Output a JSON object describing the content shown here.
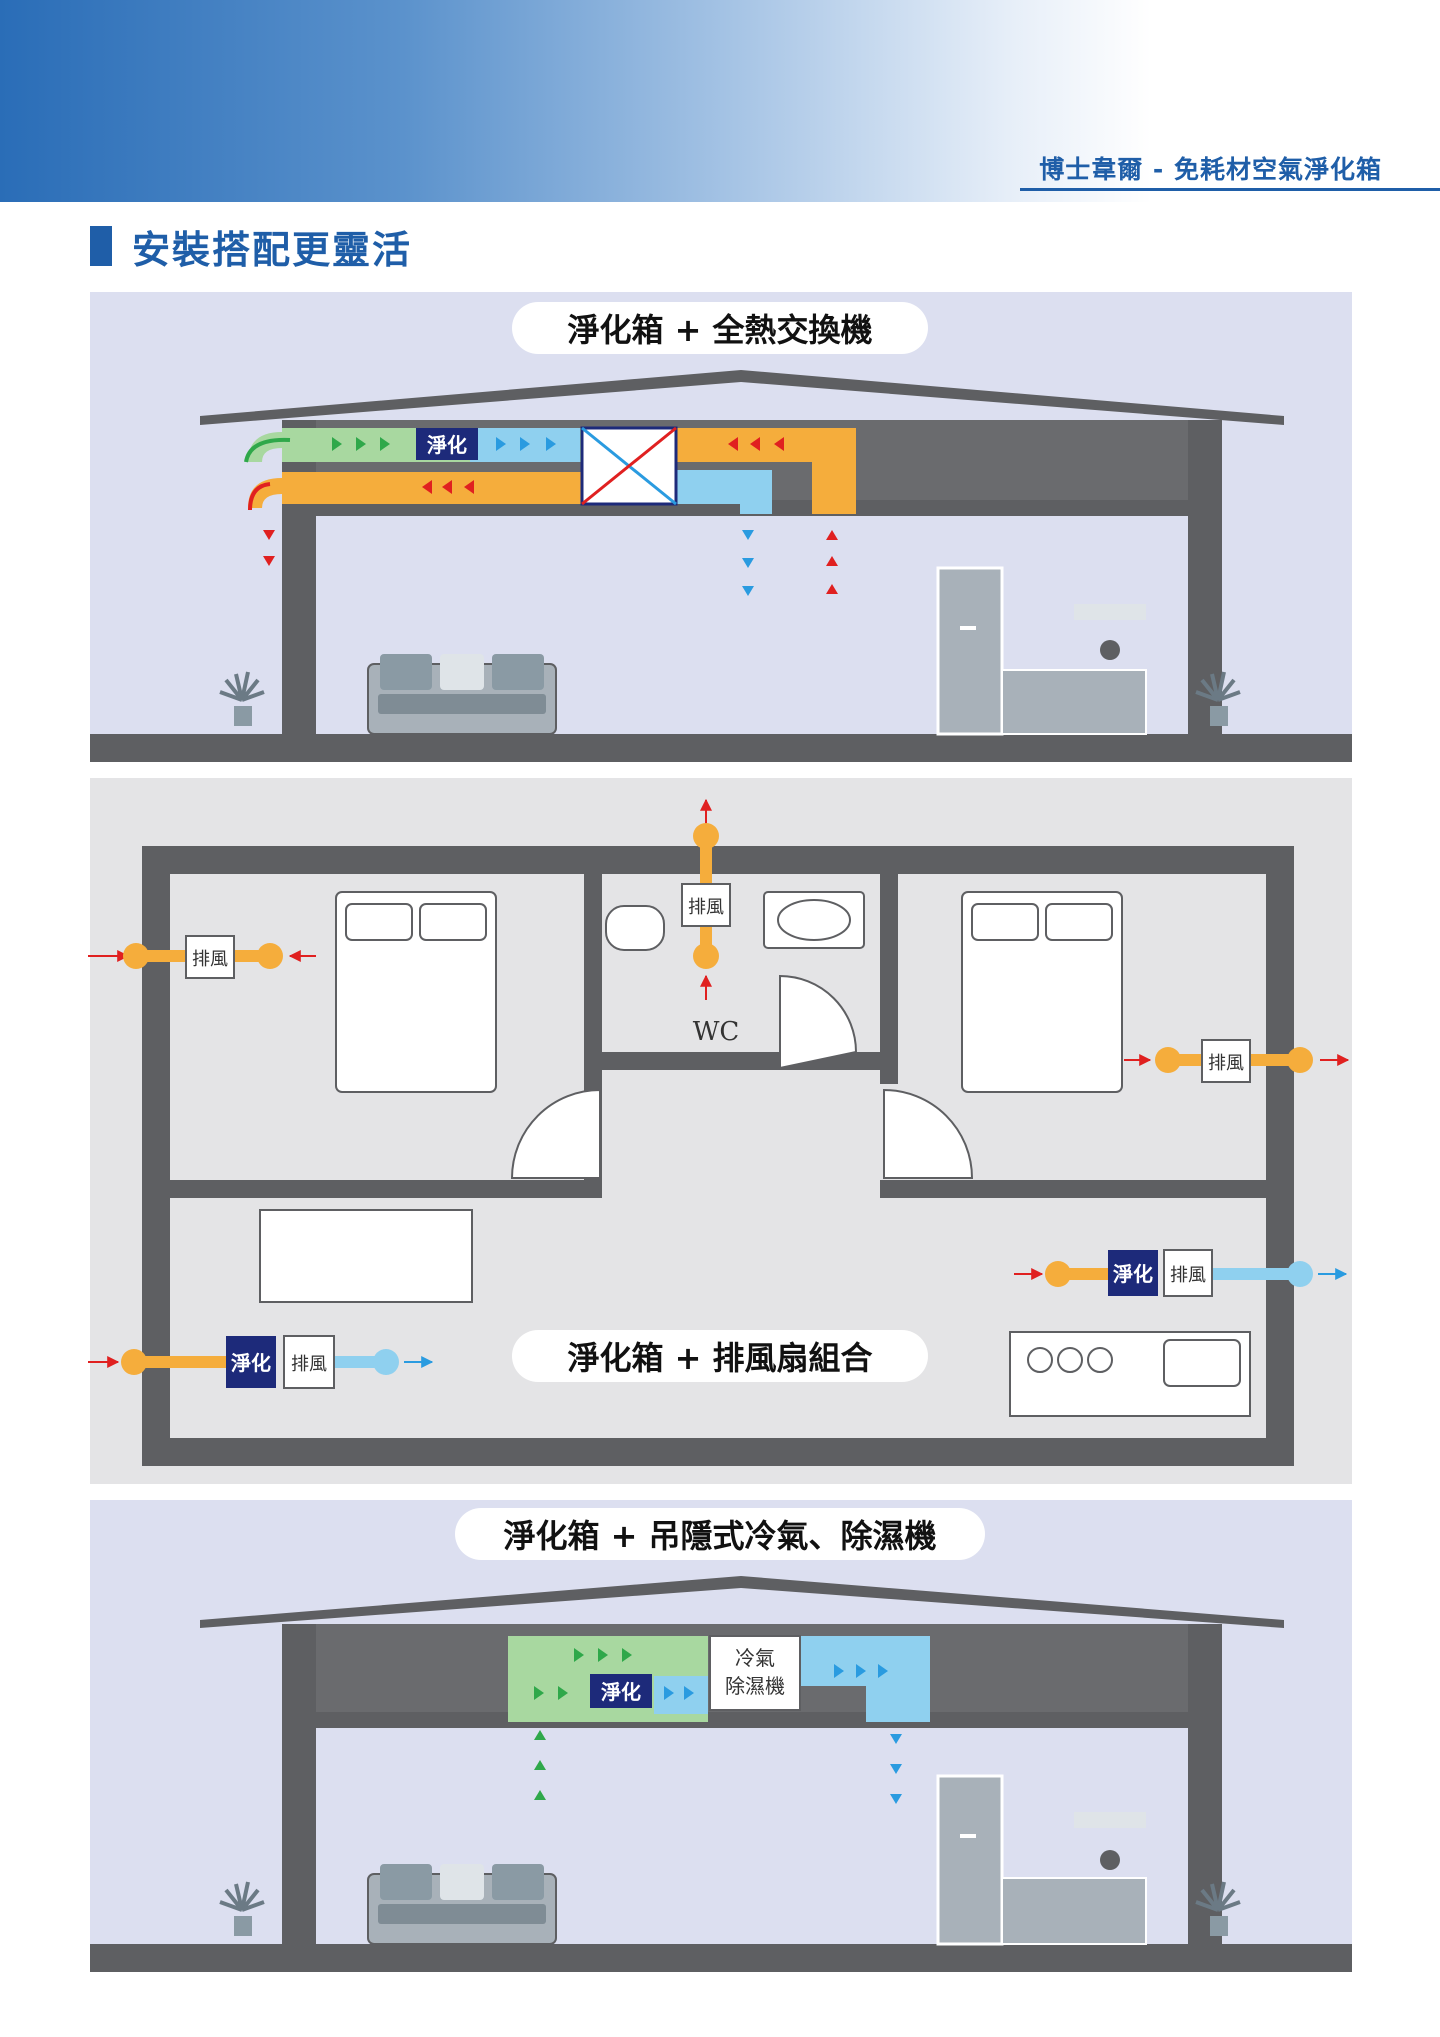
{
  "header": {
    "brand": "博士韋爾 - 免耗材空氣淨化箱",
    "section_title": "安裝搭配更靈活"
  },
  "colors": {
    "accent": "#1f5ea8",
    "panel_bg": "#dcdff0",
    "panel_bg_grey": "#e4e4e6",
    "wall": "#5e5f62",
    "duct_green": "#a8d8a0",
    "duct_blue": "#8fd0ef",
    "duct_orange": "#f5ad3c",
    "purifier_box": "#1d2a7a",
    "arrow_red": "#e02020",
    "arrow_blue": "#2a9be0",
    "arrow_green": "#2fa84a"
  },
  "panels": [
    {
      "title": "淨化箱 + 全熱交換機",
      "purifier_label": "淨化"
    },
    {
      "title": "淨化箱 + 排風扇組合",
      "exhaust_label": "排風",
      "purifier_label": "淨化",
      "wc_label": "WC"
    },
    {
      "title": "淨化箱 + 吊隱式冷氣、除濕機",
      "purifier_label": "淨化",
      "ac_label_1": "冷氣",
      "ac_label_2": "除濕機"
    }
  ]
}
